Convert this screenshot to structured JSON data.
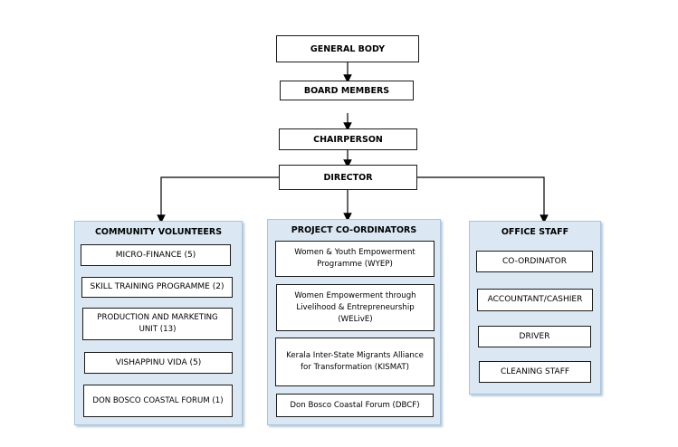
{
  "chain": {
    "general_body": "GENERAL BODY",
    "board_members": "BOARD MEMBERS",
    "chairperson": "CHAIRPERSON",
    "director": "DIRECTOR"
  },
  "community": {
    "title": "COMMUNITY VOLUNTEERS",
    "items": [
      "MICRO-FINANCE (5)",
      "SKILL TRAINING PROGRAMME (2)",
      "PRODUCTION AND MARKETING UNIT (13)",
      "VISHAPPINU VIDA (5)",
      "DON BOSCO COASTAL FORUM (1)"
    ]
  },
  "projects": {
    "title": "PROJECT CO-ORDINATORS",
    "items": [
      "Women & Youth Empowerment Programme (WYEP)",
      "Women Empowerment through Livelihood & Entrepreneurship (WELivE)",
      "Kerala Inter-State Migrants Alliance for Transformation (KISMAT)",
      "Don Bosco Coastal Forum (DBCF)"
    ]
  },
  "office": {
    "title": "OFFICE STAFF",
    "items": [
      "CO-ORDINATOR",
      "ACCOUNTANT/CASHIER",
      "DRIVER",
      "CLEANING STAFF"
    ]
  }
}
